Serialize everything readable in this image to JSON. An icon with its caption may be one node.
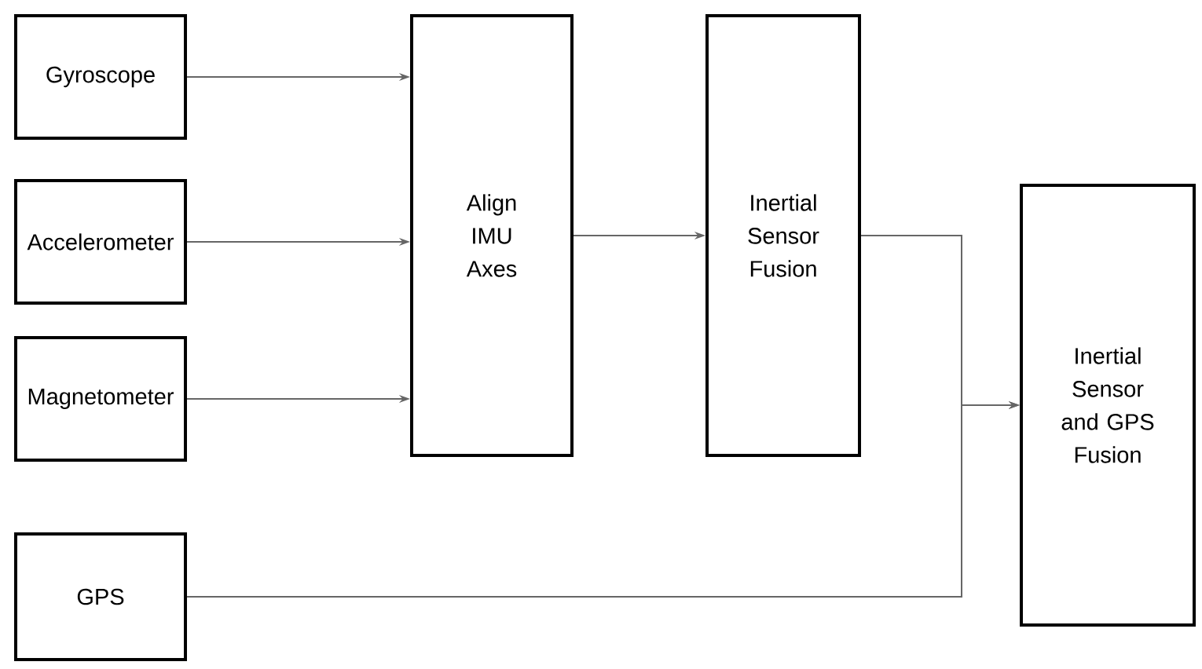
{
  "diagram": {
    "nodes": [
      {
        "text": [
          "Gyroscope"
        ]
      },
      {
        "text": [
          "Accelerometer"
        ]
      },
      {
        "text": [
          "Magnetometer"
        ]
      },
      {
        "text": [
          "GPS"
        ]
      },
      {
        "text": [
          "Align IMU Axes"
        ]
      },
      {
        "text": [
          "Inertial Sensor Fusion"
        ]
      },
      {
        "text": [
          "Inertial Sensor and GPS Fusion"
        ]
      }
    ],
    "edges": [
      {
        "from": 0,
        "to": 4,
        "arrow": "to"
      },
      {
        "from": 1,
        "to": 4,
        "arrow": "to"
      },
      {
        "from": 2,
        "to": 4,
        "arrow": "to"
      },
      {
        "from": 4,
        "to": 5,
        "arrow": "to"
      },
      {
        "from": 5,
        "to": 6,
        "arrow": "to"
      },
      {
        "from": 3,
        "to": 6,
        "arrow": "to"
      }
    ]
  }
}
